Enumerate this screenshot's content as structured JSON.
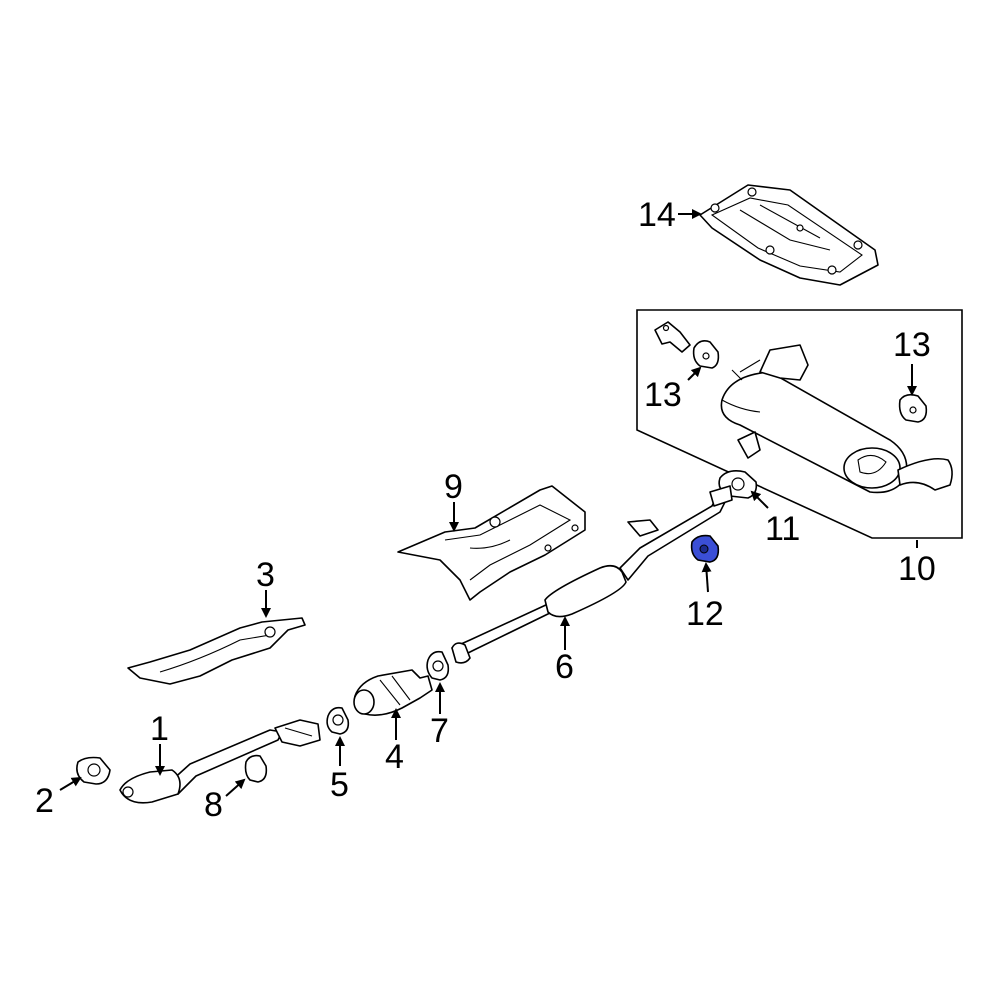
{
  "callouts": {
    "c1": "1",
    "c2": "2",
    "c3": "3",
    "c4": "4",
    "c5": "5",
    "c6": "6",
    "c7": "7",
    "c8": "8",
    "c9": "9",
    "c10": "10",
    "c11": "11",
    "c12": "12",
    "c13a": "13",
    "c13b": "13",
    "c14": "14"
  },
  "colors": {
    "line": "#000000",
    "background": "#ffffff",
    "highlight": "#3b4fd6"
  },
  "highlighted_part": "12"
}
